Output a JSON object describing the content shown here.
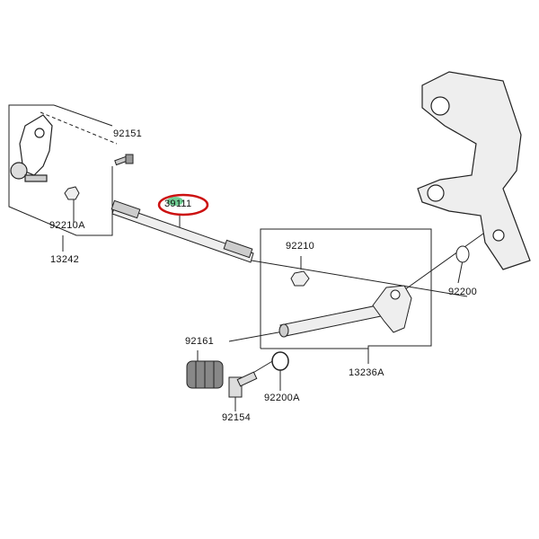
{
  "parts": {
    "p92151": "92151",
    "p92210A": "92210A",
    "p13242": "13242",
    "p39111": "39111",
    "p92210": "92210",
    "p92200": "92200",
    "p92161": "92161",
    "p13236A": "13236A",
    "p92200A": "92200A",
    "p92154": "92154"
  },
  "highlight": {
    "part": "39111",
    "color": "#cc1111",
    "dot_color": "#33bb66"
  }
}
